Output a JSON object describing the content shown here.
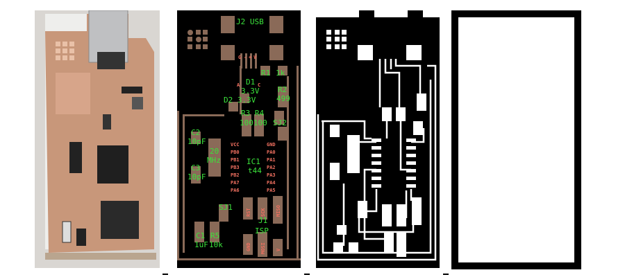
{
  "panels": [
    "photo",
    "board-layout",
    "traces",
    "outline"
  ],
  "board": {
    "usb": "J2 USB",
    "usb_pins": [
      "G",
      "-",
      "+",
      "V"
    ],
    "r1": "R1",
    "r1_val": "1k",
    "d1": "D1",
    "d1_val": "3.3V",
    "d2": "D2 3.3V",
    "r2": "R2",
    "r2_val": "499",
    "r34": "R3 R4",
    "r34_val": "100100",
    "sj2": "SJ2",
    "c2": "C2",
    "c2_val": "10pF",
    "xtal": "20",
    "xtal_unit": "MHz",
    "c3": "C3",
    "c3_val": "10pF",
    "ic1": "IC1",
    "ic1_val": "t44",
    "ic_left_pins": [
      "VCC",
      "PB0",
      "PB1",
      "PB3",
      "PB2",
      "PA7",
      "PA6"
    ],
    "ic_right_pins": [
      "GND",
      "PA0",
      "PA1",
      "PA2",
      "PA3",
      "PA4",
      "PA5"
    ],
    "isp_pins": [
      "RST",
      "SCK",
      "MISO",
      "GND",
      "MOSI",
      "V"
    ],
    "diode_marks": [
      "A",
      "C"
    ],
    "sj1": "SJ1",
    "j1": "J1",
    "j1_val": "ISP",
    "c1": "C1",
    "c1_val": "1uF",
    "r5": "R5",
    "r5_val": "10k"
  },
  "colors": {
    "copper": "#8a6a58",
    "label": "#3be23b",
    "pin": "#f07060",
    "pcb_photo": "#c8977a"
  }
}
